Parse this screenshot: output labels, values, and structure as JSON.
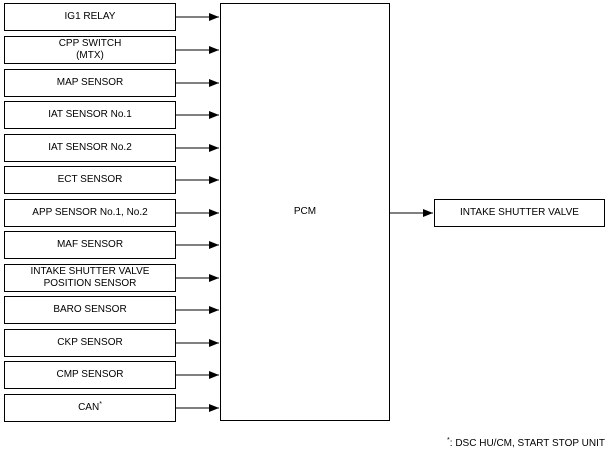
{
  "inputs": [
    {
      "label": "IG1 RELAY"
    },
    {
      "label": "CPP SWITCH\n(MTX)"
    },
    {
      "label": "MAP SENSOR"
    },
    {
      "label": "IAT SENSOR No.1"
    },
    {
      "label": "IAT SENSOR No.2"
    },
    {
      "label": "ECT SENSOR"
    },
    {
      "label": "APP SENSOR No.1, No.2"
    },
    {
      "label": "MAF SENSOR"
    },
    {
      "label": "INTAKE SHUTTER VALVE\nPOSITION SENSOR"
    },
    {
      "label": "BARO SENSOR"
    },
    {
      "label": "CKP SENSOR"
    },
    {
      "label": "CMP SENSOR"
    },
    {
      "label": "CAN",
      "marker": "*"
    }
  ],
  "controller": {
    "label": "PCM"
  },
  "output": {
    "label": "INTAKE SHUTTER VALVE"
  },
  "footnote": {
    "marker": "*",
    "text": ": DSC HU/CM, START STOP UNIT"
  }
}
